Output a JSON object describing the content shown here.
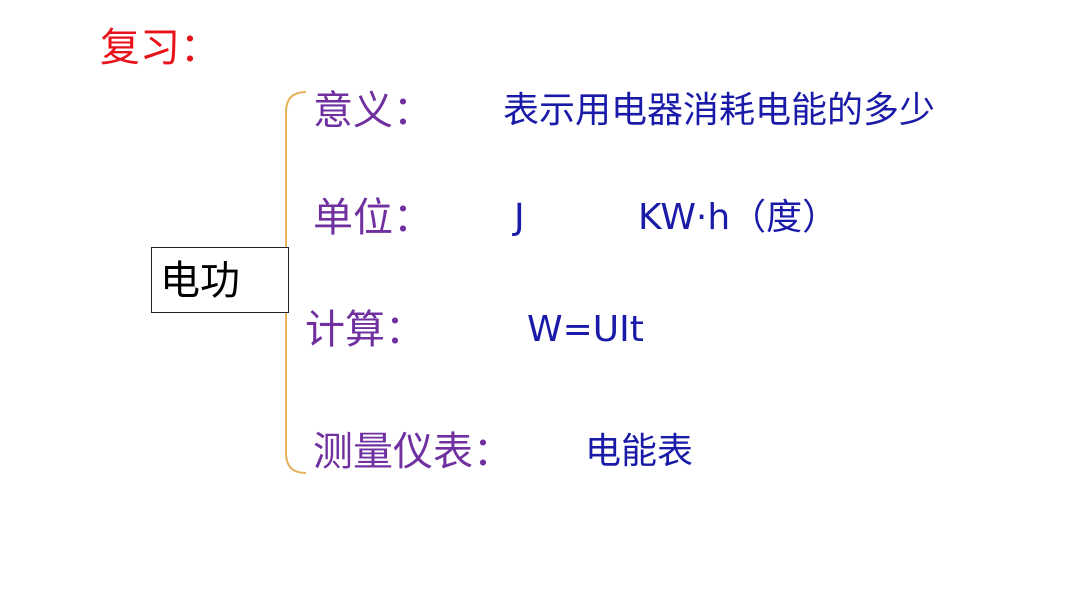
{
  "slide": {
    "title": "复习：",
    "topic": "电功",
    "rows": {
      "meaning": {
        "label": "意义：",
        "value": "表示用电器消耗电能的多少"
      },
      "unit": {
        "label": "单位：",
        "value_1": "J",
        "value_2": "KW·h（度）"
      },
      "calculation": {
        "label": "计算：",
        "value": "W=UIt"
      },
      "instrument": {
        "label": "测量仪表：",
        "value": "电能表"
      }
    }
  },
  "colors": {
    "title": "#e8121a",
    "label": "#7030a0",
    "value": "#1a1aa8",
    "brace": "#e6b25a",
    "topic_border": "#222222"
  }
}
